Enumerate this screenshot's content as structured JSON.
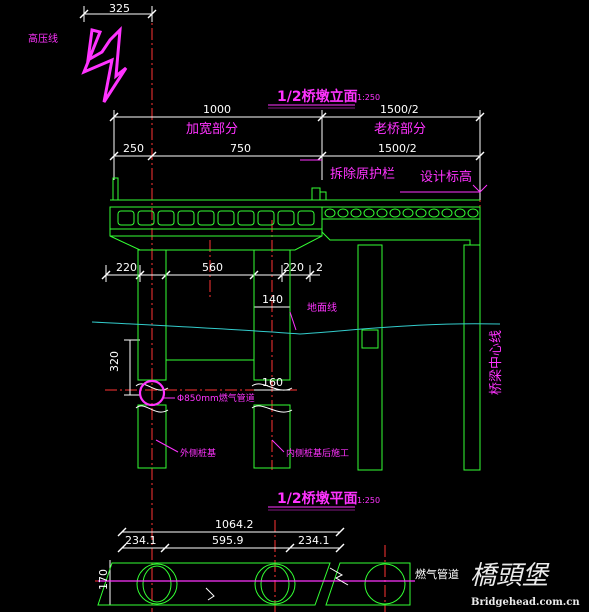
{
  "titles": {
    "elevation": "1/2桥墩立面",
    "elevation_scale": "1:250",
    "plan": "1/2桥墩平面",
    "plan_scale": "1:250"
  },
  "labels": {
    "hv_line": "高压线",
    "widen_part": "加宽部分",
    "old_part": "老桥部分",
    "remove_rail": "拆除原护栏",
    "design_elev": "设计标高",
    "ground_line": "地面线",
    "gas_pipe": "Φ850mm燃气管道",
    "outer_pile": "外侧桩基",
    "inner_pile": "内侧桩基后施工",
    "centerline": "桥梁中心线",
    "plan_pipe_label": "燃气管道"
  },
  "dims": {
    "d325": "325",
    "d1000": "1000",
    "d1500_top": "1500/2",
    "d1500_bot": "1500/2",
    "d250": "250",
    "d750": "750",
    "d220a": "220",
    "d560": "560",
    "d220b": "220",
    "d2": "2",
    "d140": "140",
    "d320": "320",
    "d160": "160",
    "p10642": "1064.2",
    "p2341a": "234.1",
    "p5959": "595.9",
    "p2341b": "234.1",
    "p170": "170"
  },
  "watermark": {
    "brand": "橋頭堡",
    "url": "Bridgehead.com.cn"
  },
  "colors": {
    "background": "#000000",
    "dimension": "#ffffff",
    "annotation": "#ff33ff",
    "structure": "#33ff33",
    "centerline": "#ff3333",
    "ground": "#33cccc"
  }
}
